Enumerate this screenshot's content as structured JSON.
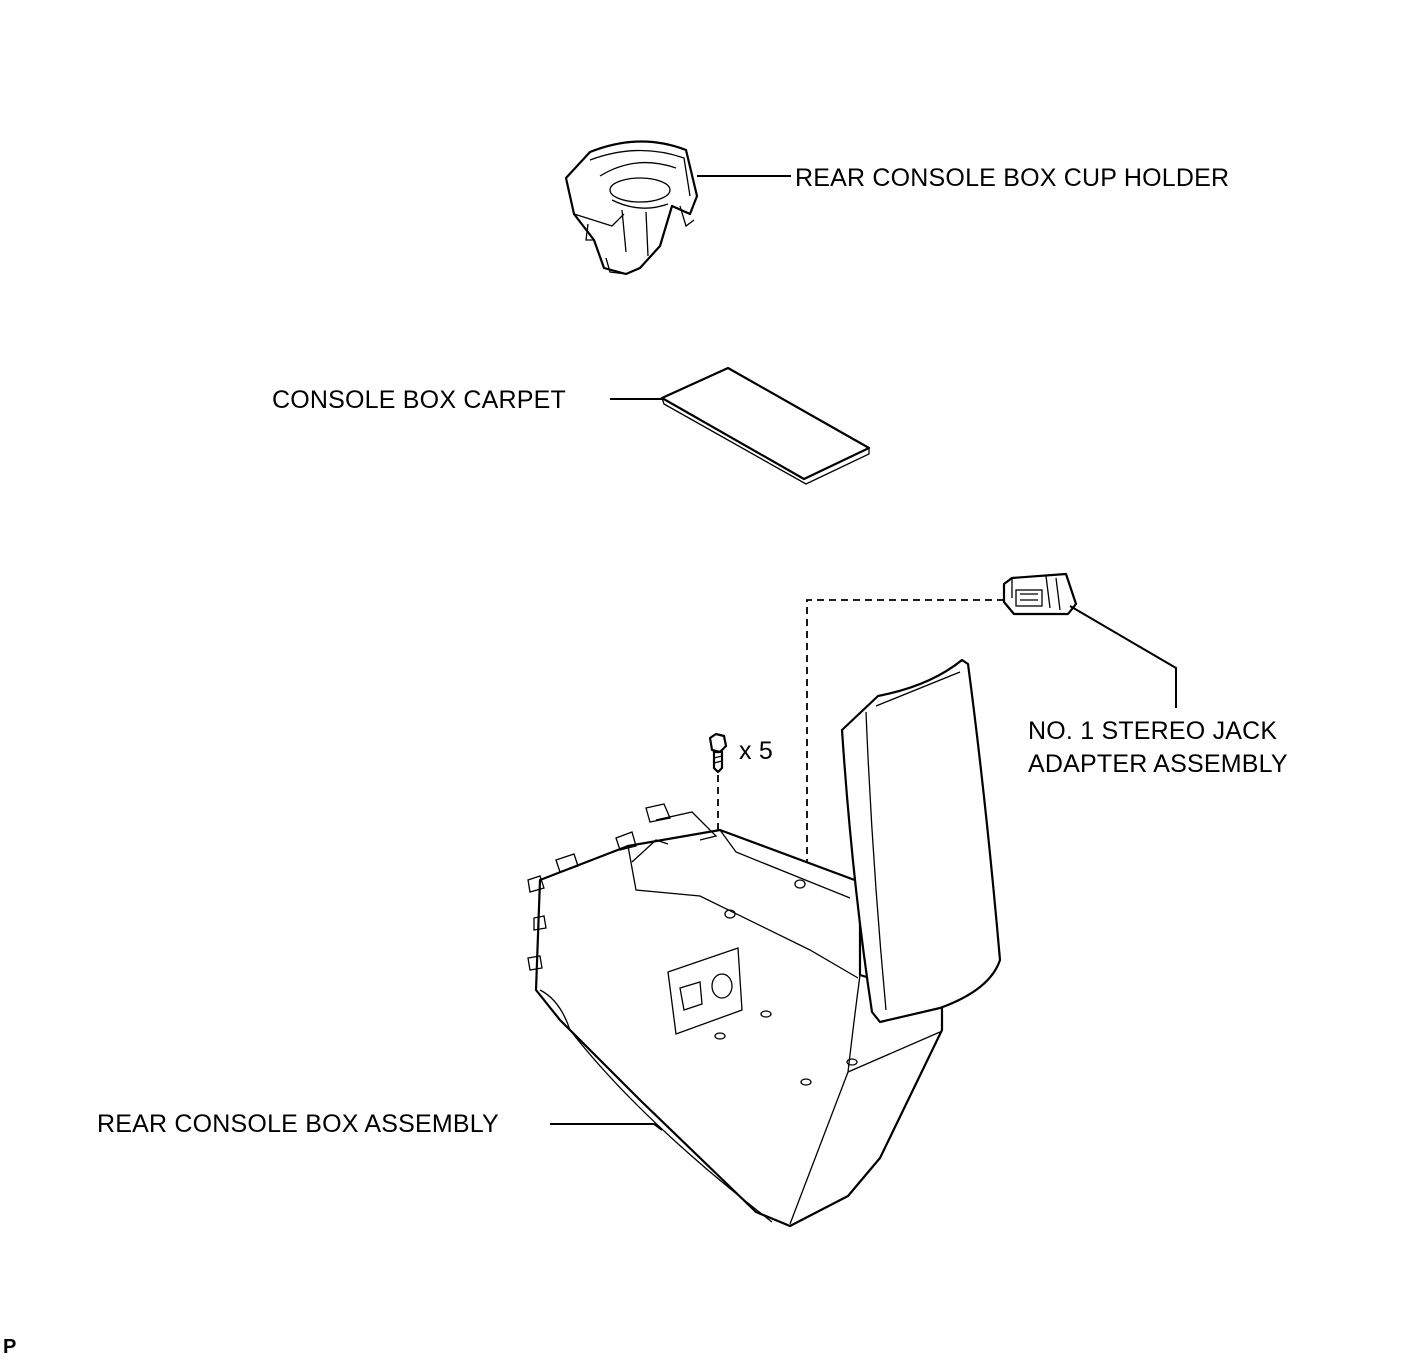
{
  "labels": {
    "cup_holder": "REAR CONSOLE BOX CUP HOLDER",
    "carpet": "CONSOLE BOX CARPET",
    "stereo_jack_line1": "NO. 1 STEREO JACK",
    "stereo_jack_line2": "ADAPTER ASSEMBLY",
    "bolt_qty": "x 5",
    "console_box": "REAR CONSOLE BOX ASSEMBLY",
    "corner_code": "P"
  }
}
